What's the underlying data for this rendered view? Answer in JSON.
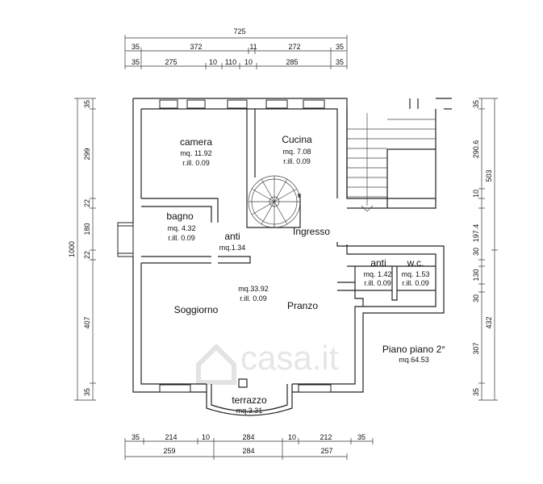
{
  "dimensions": {
    "top": {
      "total": "725",
      "row1": [
        "35",
        "372",
        "11",
        "272",
        "35"
      ],
      "row2": [
        "35",
        "275",
        "10",
        "110",
        "10",
        "285",
        "35"
      ]
    },
    "bottom": {
      "row1": [
        "35",
        "214",
        "10",
        "284",
        "10",
        "212",
        "35"
      ],
      "row2": [
        "259",
        "284",
        "257"
      ]
    },
    "left": {
      "total": "1000",
      "segments": [
        "35",
        "299",
        "22",
        "180",
        "22",
        "407",
        "35"
      ]
    },
    "right": {
      "outer": [
        "503",
        "432"
      ],
      "inner": [
        "35",
        "290.6",
        "10",
        "197.4",
        "30",
        "130",
        "30",
        "307",
        "35"
      ]
    }
  },
  "rooms": {
    "camera": {
      "name": "camera",
      "area": "mq. 11.92",
      "rill": "r.ill. 0.09"
    },
    "cucina": {
      "name": "Cucina",
      "area": "mq. 7.08",
      "rill": "r.ill. 0.09"
    },
    "bagno": {
      "name": "bagno",
      "area": "mq. 4.32",
      "rill": "r.ill. 0.09"
    },
    "anti1": {
      "name": "anti",
      "area": "mq.1.34"
    },
    "ingresso": {
      "name": "Ingresso"
    },
    "anti2": {
      "name": "anti",
      "area": "mq. 1.42",
      "rill": "r.ill. 0.09"
    },
    "wc": {
      "name": "w.c.",
      "area": "mq. 1.53",
      "rill": "r.ill. 0.09"
    },
    "soggiorno": {
      "name": "Soggiorno"
    },
    "pranzo": {
      "name": "Pranzo",
      "area": "mq.33.92",
      "rill": "r.ill. 0.09"
    },
    "terrazzo": {
      "name": "terrazzo",
      "area": "mq.3.31"
    }
  },
  "floor": {
    "title": "Piano piano 2°",
    "area": "mq.64.53"
  },
  "watermark": "casa.it"
}
